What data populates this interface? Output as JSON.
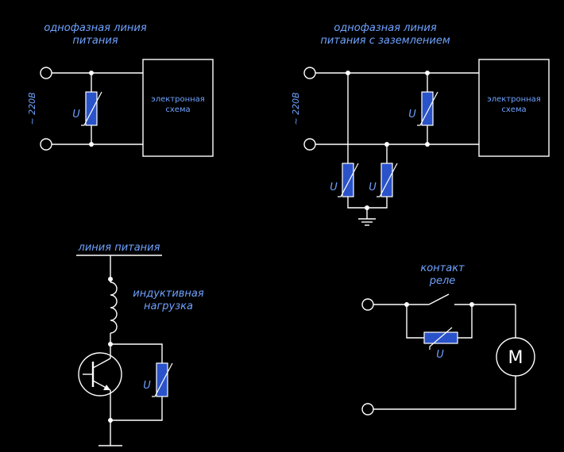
{
  "diagram1": {
    "caption_line1": "однофазная линия",
    "caption_line2": "питания",
    "voltage": "~ 220В",
    "varistor_label": "U",
    "box_line1": "электронная",
    "box_line2": "схема"
  },
  "diagram2": {
    "caption_line1": "однофазная линия",
    "caption_line2": "питания с заземлением",
    "voltage": "~ 220В",
    "varistor_label": "U",
    "box_line1": "электронная",
    "box_line2": "схема"
  },
  "diagram3": {
    "caption_top": "линия питания",
    "caption_load_line1": "индуктивная",
    "caption_load_line2": "нагрузка",
    "varistor_label": "U"
  },
  "diagram4": {
    "caption_line1": "контакт",
    "caption_line2": "реле",
    "varistor_label": "U",
    "motor_label": "M"
  }
}
